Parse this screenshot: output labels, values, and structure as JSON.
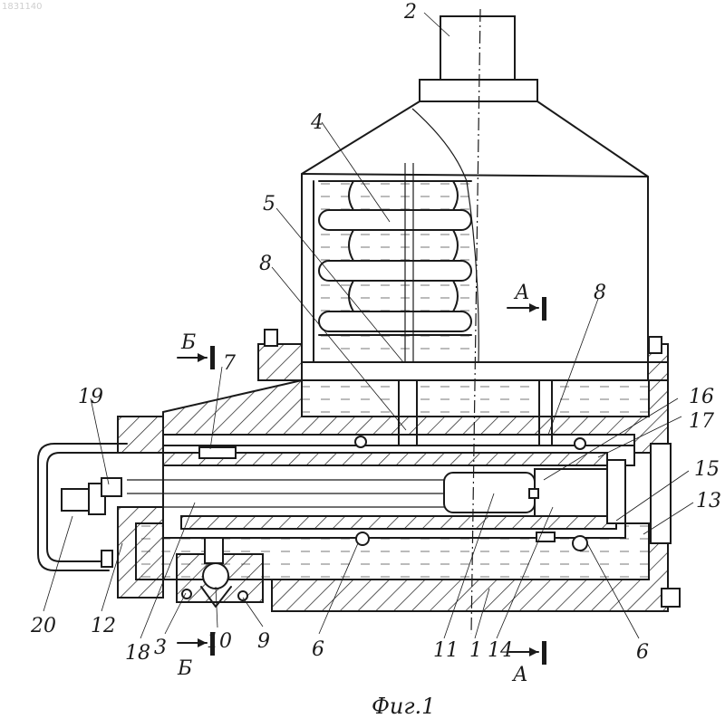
{
  "corner_text": "1831140",
  "caption": "Фиг.1",
  "labels": {
    "n1": "1",
    "n2": "2",
    "n3": "3",
    "n4": "4",
    "n5": "5",
    "n6a": "6",
    "n6b": "6",
    "n7": "7",
    "n8a": "8",
    "n8b": "8",
    "n9": "9",
    "n10": "10",
    "n11": "11",
    "n12": "12",
    "n13": "13",
    "n14": "14",
    "n15": "15",
    "n16": "16",
    "n17": "17",
    "n18": "18",
    "n19": "19",
    "n20": "20"
  },
  "sections": {
    "a_top": "А",
    "a_bottom": "А",
    "b_left": "Б",
    "b_bottom": "Б"
  }
}
